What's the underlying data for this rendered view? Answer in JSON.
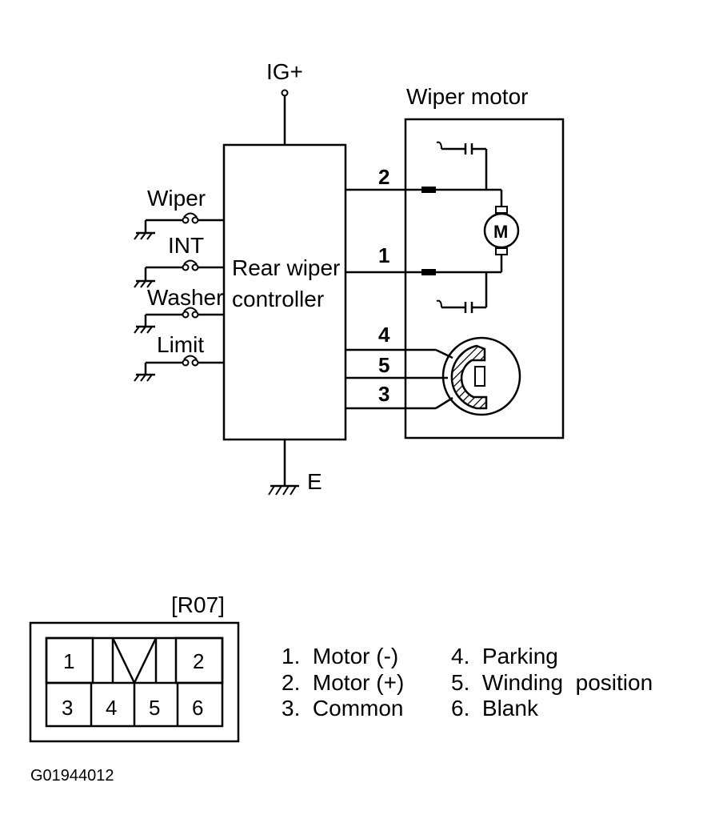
{
  "supply_label": "IG+",
  "controller_label": [
    "Rear wiper",
    "controller"
  ],
  "motor_box_label": "Wiper motor",
  "ground_label": "E",
  "inputs": [
    "Wiper",
    "INT",
    "Washer",
    "Limit"
  ],
  "pins": [
    "2",
    "1",
    "4",
    "5",
    "3"
  ],
  "motor_symbol": "M",
  "connector": {
    "name": "[R07]",
    "cells": [
      "1",
      "2",
      "3",
      "4",
      "5",
      "6"
    ]
  },
  "legend": [
    "1.  Motor (-)",
    "2.  Motor (+)",
    "3.  Common",
    "4.  Parking",
    "5.  Winding  position",
    "6.  Blank"
  ],
  "figure_code": "G01944012"
}
